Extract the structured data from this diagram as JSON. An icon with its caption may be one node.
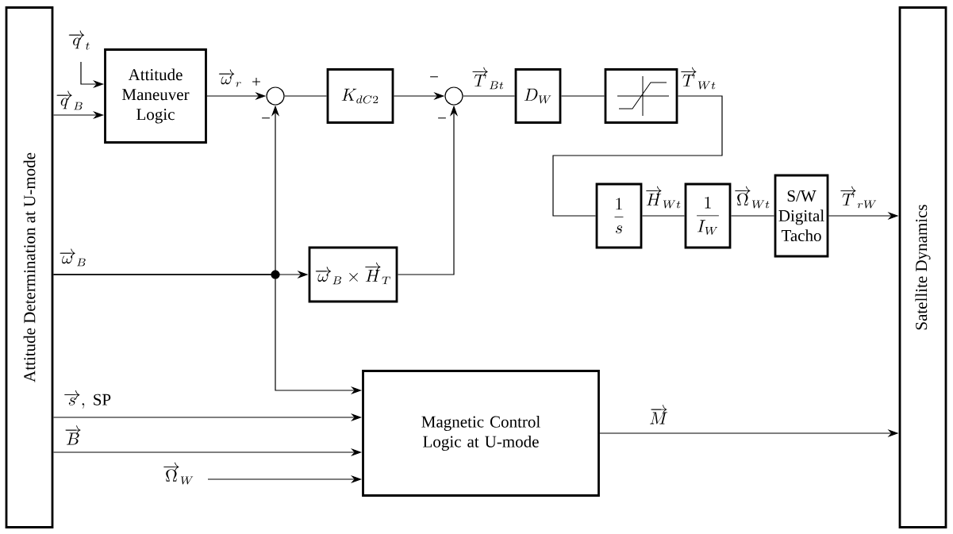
{
  "diagram": {
    "nodes": [
      {
        "text": [
          "Attitude Determination at U-mode"
        ]
      },
      {
        "text": [
          "Satellite Dynamics"
        ]
      },
      {
        "text": [
          "Attitude Maneuver Logic"
        ]
      },
      {
        "text": [],
        "shape": "circle"
      },
      {
        "text": [
          "K_{dC2}"
        ]
      },
      {
        "text": [],
        "shape": "circle"
      },
      {
        "text": [
          "D_{W}"
        ]
      },
      {
        "text": [],
        "shape": "box"
      },
      {
        "text": [
          "\\frac{1}{s}"
        ]
      },
      {
        "text": [
          "\\frac{1}{I_{W}}"
        ]
      },
      {
        "text": [
          "S/W Digital Tacho"
        ]
      },
      {
        "text": [
          "\\overrightarrow{\\omega}_{B}\\times\\overrightarrow{H}_{T}"
        ]
      },
      {
        "text": [
          "Magnetic Control Logic at U-mode"
        ]
      }
    ],
    "edges": [
      {
        "from": null,
        "to": 2,
        "arrow": "to",
        "label": "\\overrightarrow{q}_{t}"
      },
      {
        "from": 0,
        "to": 2,
        "arrow": "to",
        "label": "\\overrightarrow{q}_{B}"
      },
      {
        "from": 2,
        "to": 3,
        "arrow": "to",
        "label": "\\overrightarrow{\\omega}_{r}"
      },
      {
        "from": 3,
        "to": 4,
        "arrow": "none"
      },
      {
        "from": 4,
        "to": 5,
        "arrow": "to"
      },
      {
        "from": 5,
        "to": 6,
        "arrow": "none",
        "label": "\\overrightarrow{T}_{Bt}"
      },
      {
        "from": 6,
        "to": 7,
        "arrow": "none"
      },
      {
        "from": 7,
        "to": 8,
        "arrow": "none",
        "label": "\\overrightarrow{T}_{Wt}"
      },
      {
        "from": 8,
        "to": 9,
        "arrow": "none",
        "label": "\\overrightarrow{H}_{Wt}"
      },
      {
        "from": 9,
        "to": 10,
        "arrow": "none",
        "label": "\\overrightarrow{\\Omega}_{Wt}"
      },
      {
        "from": 10,
        "to": 1,
        "arrow": "to",
        "label": "\\overrightarrow{T}_{rW}"
      },
      {
        "from": 0,
        "to": 11,
        "arrow": "to",
        "label": "\\overrightarrow{\\omega}_{B}"
      },
      {
        "from": 0,
        "to": 3,
        "arrow": "to"
      },
      {
        "from": 0,
        "to": 12,
        "arrow": "to"
      },
      {
        "from": 11,
        "to": 5,
        "arrow": "to"
      },
      {
        "from": 0,
        "to": 12,
        "arrow": "to",
        "label": "\\overrightarrow{s},\\ \\mathrm{SP}"
      },
      {
        "from": 0,
        "to": 12,
        "arrow": "to",
        "label": "\\overrightarrow{B}"
      },
      {
        "from": null,
        "to": 12,
        "arrow": "to",
        "label": "\\overrightarrow{\\Omega}_{W}"
      },
      {
        "from": 12,
        "to": 1,
        "arrow": "to",
        "label": "\\overrightarrow{M}"
      }
    ],
    "labels": [
      "+",
      "−",
      "−",
      "−"
    ]
  }
}
